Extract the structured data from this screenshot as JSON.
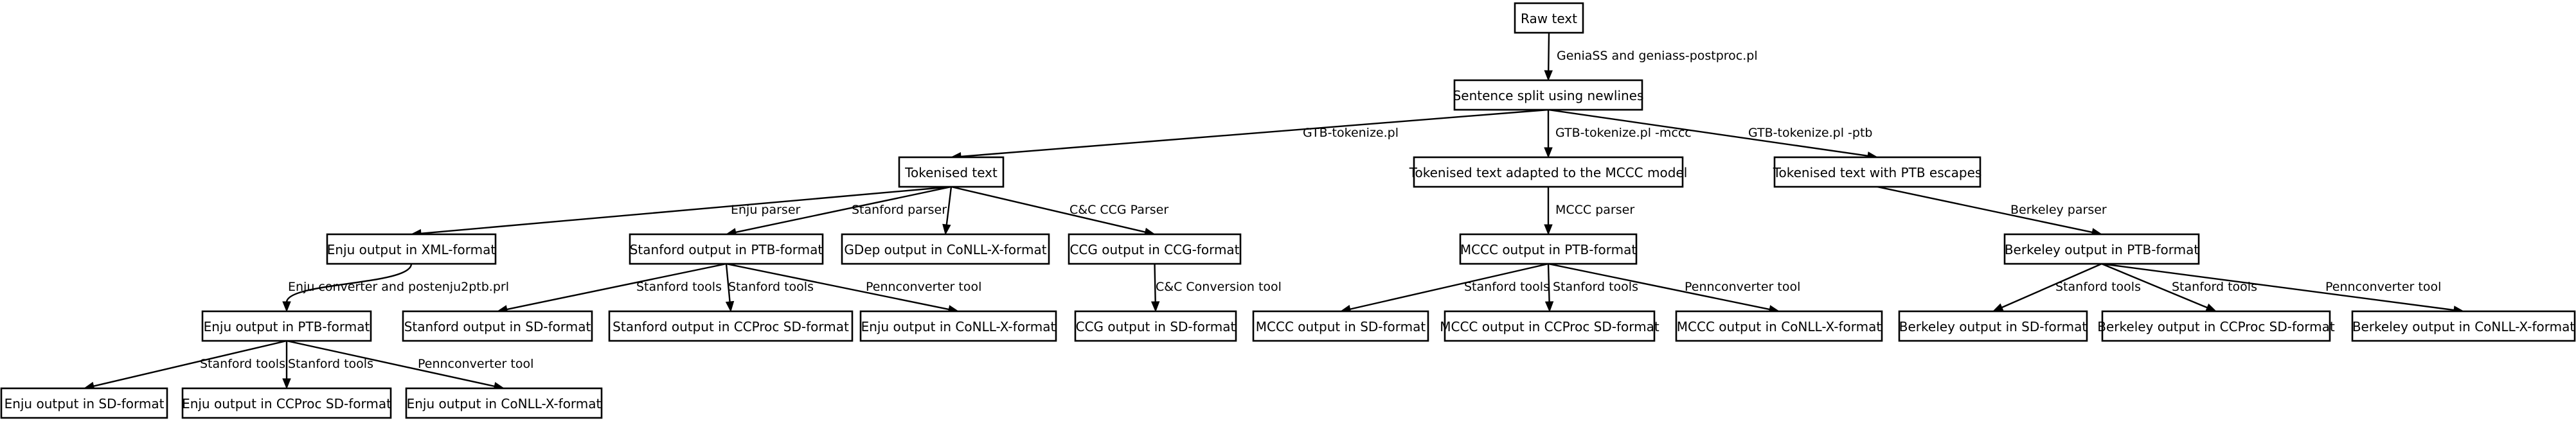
{
  "nodes": {
    "raw": "Raw text",
    "split": "Sentence split using newlines",
    "tok": "Tokenised text",
    "tok_mccc": "Tokenised text adapted to the MCCC model",
    "tok_ptb": "Tokenised text with PTB escapes",
    "enju_xml": "Enju output in XML-format",
    "stanford_ptb": "Stanford output in PTB-format",
    "gdep": "GDep output in CoNLL-X-format",
    "ccg_ccg": "CCG output in CCG-format",
    "mccc_ptb": "MCCC output in PTB-format",
    "berkeley_ptb": "Berkeley output in PTB-format",
    "enju_ptb": "Enju output in PTB-format",
    "stanford_sd": "Stanford output in SD-format",
    "stanford_ccproc": "Stanford output in CCProc SD-format",
    "enju_conll_mid": "Enju output in CoNLL-X-format",
    "ccg_sd": "CCG output in SD-format",
    "mccc_sd": "MCCC output in SD-format",
    "mccc_ccproc": "MCCC output in CCProc SD-format",
    "mccc_conll": "MCCC output in CoNLL-X-format",
    "berkeley_sd": "Berkeley output in SD-format",
    "berkeley_ccproc": "Berkeley output in CCProc SD-format",
    "berkeley_conll": "Berkeley output in CoNLL-X-format",
    "enju_sd": "Enju output in SD-format",
    "enju_ccproc": "Enju output in CCProc SD-format",
    "enju_conll": "Enju output in CoNLL-X-format"
  },
  "edge_labels": {
    "raw_split": "GeniaSS and geniass-postproc.pl",
    "split_tok": "GTB-tokenize.pl",
    "split_mccc": "GTB-tokenize.pl -mccc",
    "split_ptb": "GTB-tokenize.pl -ptb",
    "tok_enju": "Enju parser",
    "tok_stanford": "Stanford parser",
    "tok_ccg": "C&C CCG Parser",
    "mccc_parser": "MCCC parser",
    "berkeley_parser": "Berkeley parser",
    "enju_conv": "Enju converter and postenju2ptb.prl",
    "stanford_tools_1": "Stanford tools",
    "stanford_tools_2": "Stanford tools",
    "pennconverter_1": "Pennconverter tool",
    "ccg_conv": "C&C Conversion tool",
    "mccc_tools_1": "Stanford tools",
    "mccc_tools_2": "Stanford tools",
    "mccc_penn": "Pennconverter tool",
    "berk_tools_1": "Stanford tools",
    "berk_tools_2": "Stanford tools",
    "berk_penn": "Pennconverter tool",
    "enju_tools_1": "Stanford tools",
    "enju_tools_2": "Stanford tools",
    "enju_penn": "Pennconverter tool"
  }
}
